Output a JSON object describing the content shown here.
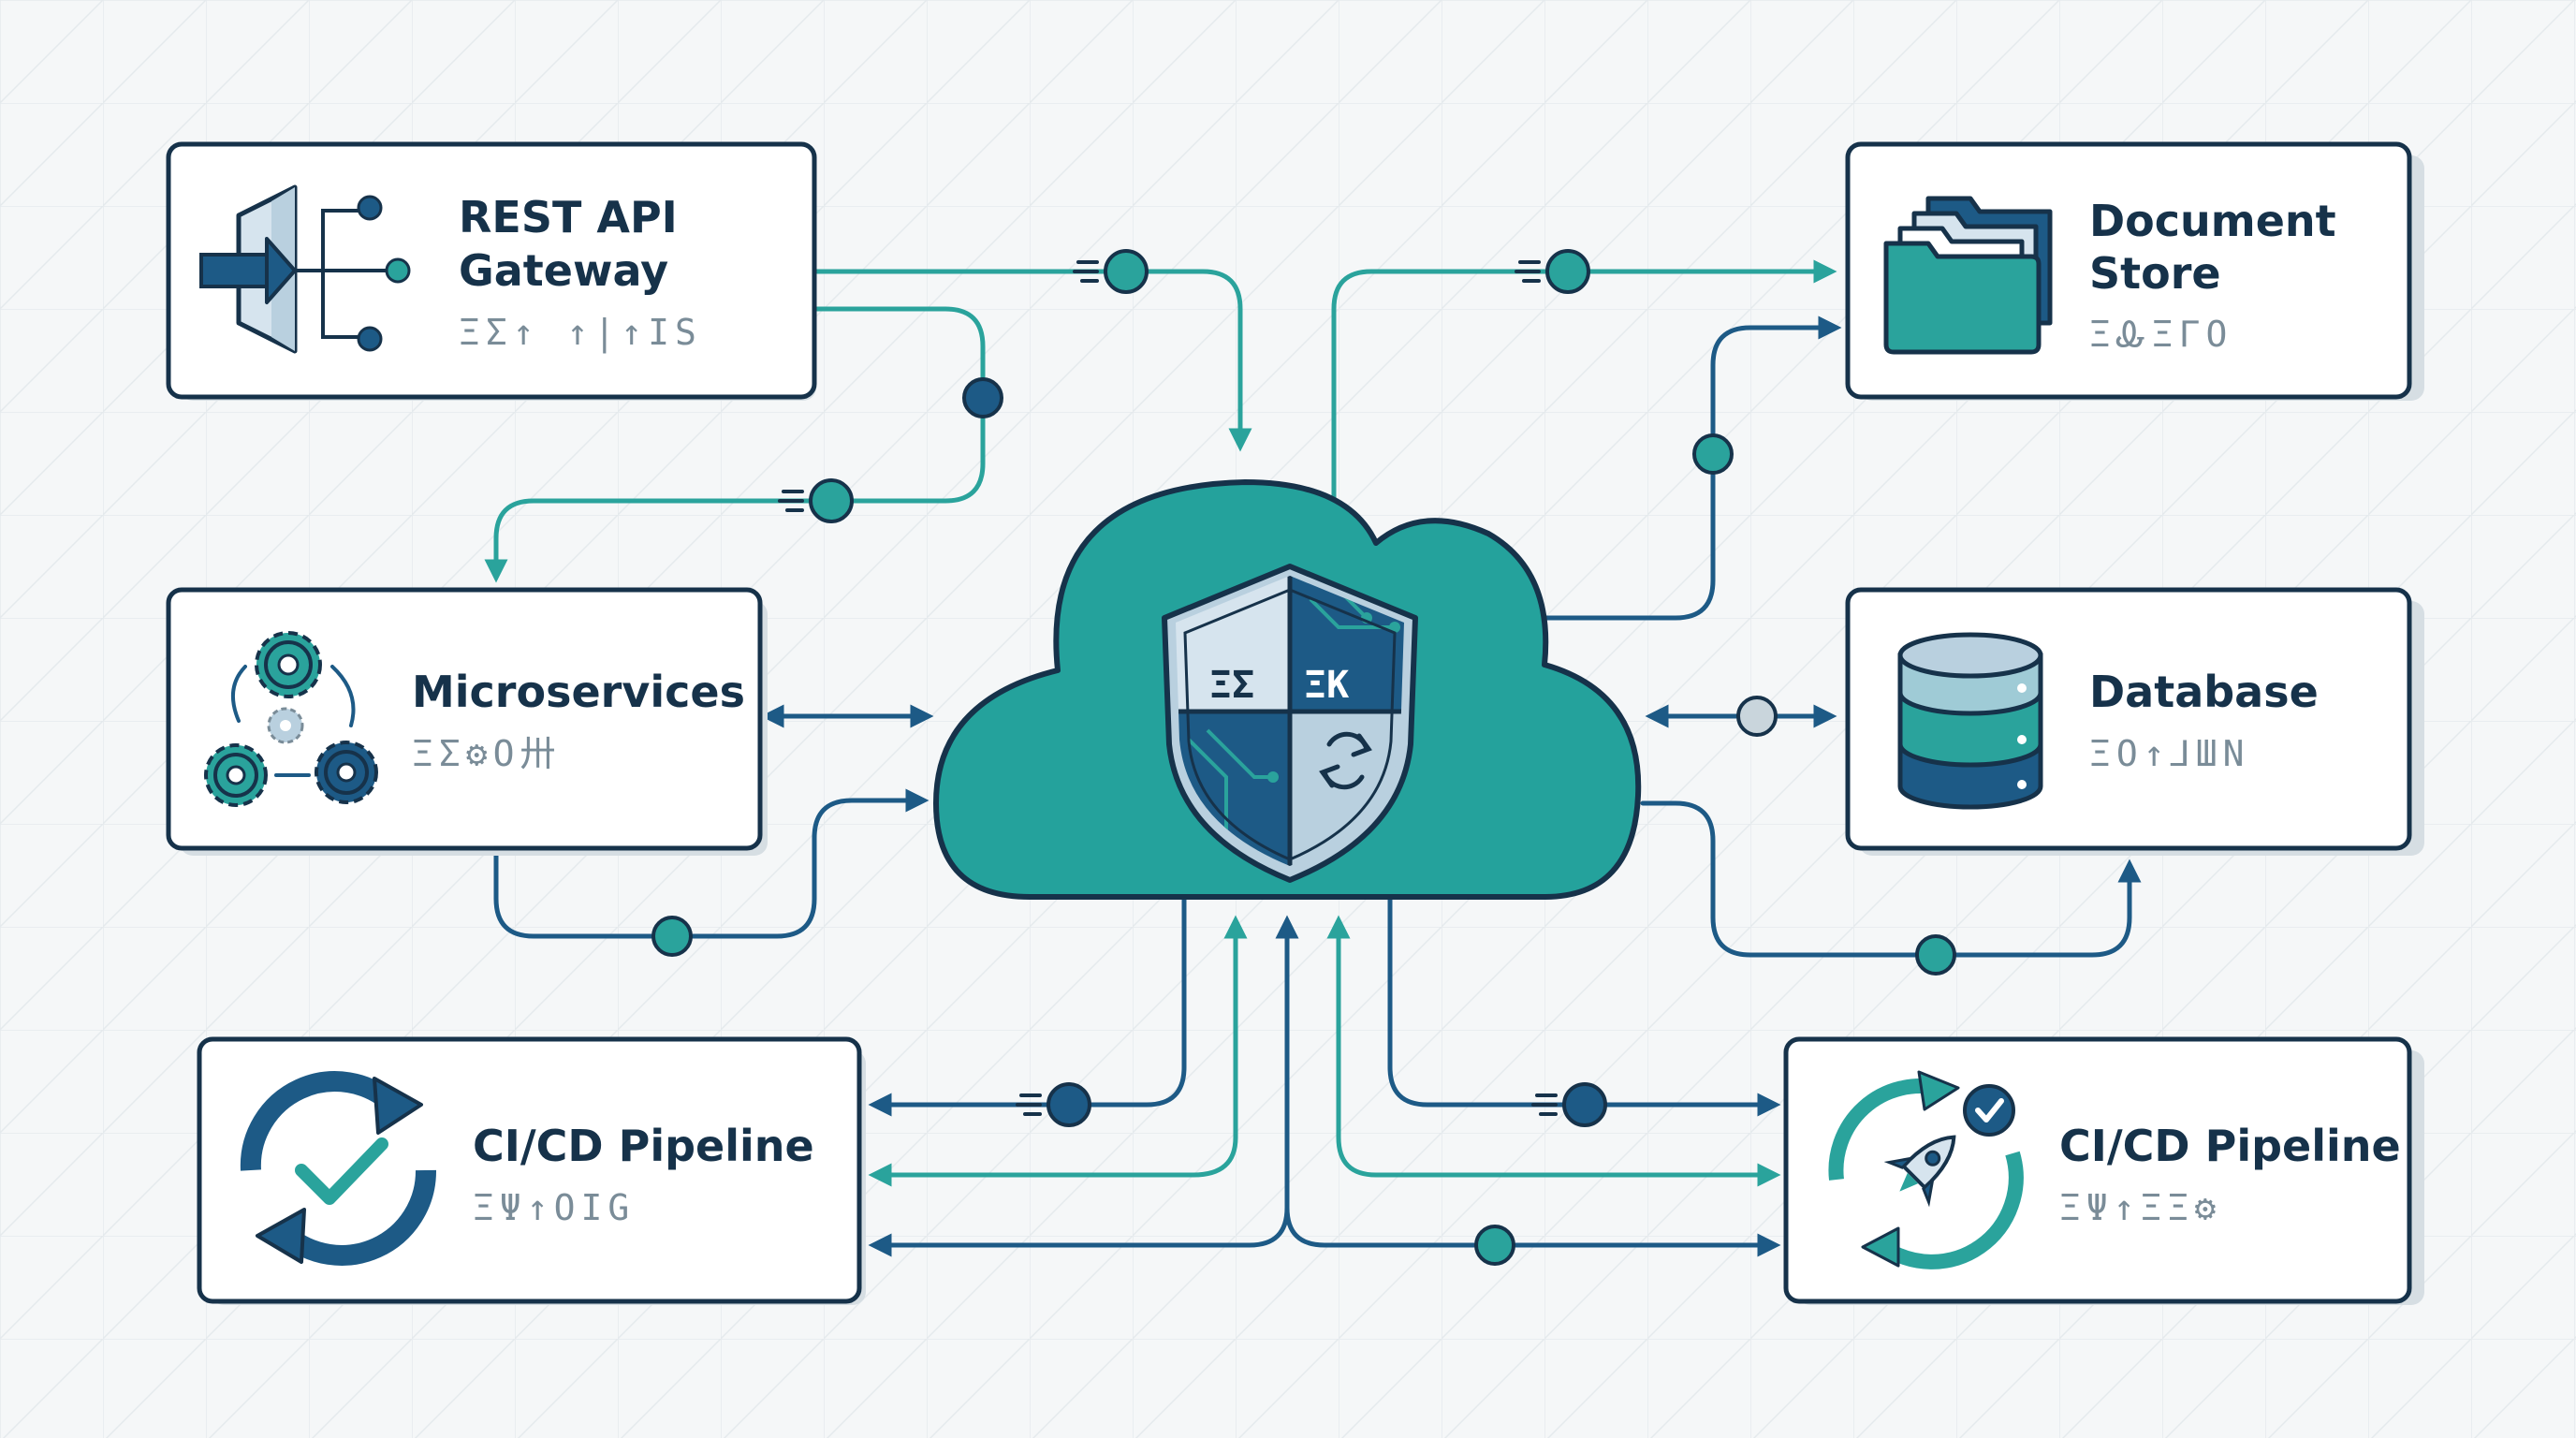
{
  "colors": {
    "teal": "#2aa39c",
    "cloud": "#24a29c",
    "navy": "#1d5a86",
    "dark": "#16324a",
    "card_bg": "#ffffff",
    "card_shadow": "#d6dee3",
    "light_blue": "#9fcbd6",
    "background": "#f5f7f8"
  },
  "center": {
    "name": "cloud-security-hub",
    "shield_glyphs": [
      "ΞΣ",
      "ΞK"
    ]
  },
  "cards": {
    "rest_api_gateway": {
      "title_line1": "REST API",
      "title_line2": "Gateway",
      "glyph": "ΞΣ↑ ↑|↑ΙS",
      "icon": "gateway-arrow-icon"
    },
    "document_store": {
      "title_line1": "Document",
      "title_line2": "Store",
      "glyph": "ΞᎲΞΓΟ",
      "icon": "folder-stack-icon"
    },
    "microservices": {
      "title": "Microservices",
      "glyph": "ΞΣ⚙Ο卅",
      "icon": "gears-icon"
    },
    "database": {
      "title": "Database",
      "glyph": "ΞΟ↑⅃ШΝ",
      "icon": "database-icon"
    },
    "cicd_left": {
      "title": "CI/CD Pipeline",
      "glyph": "ΞΨ↑ΟΙG",
      "icon": "sync-check-icon"
    },
    "cicd_right": {
      "title": "CI/CD Pipeline",
      "glyph": "ΞΨ↑ΞΞ⚙",
      "icon": "rocket-cycle-icon"
    }
  }
}
